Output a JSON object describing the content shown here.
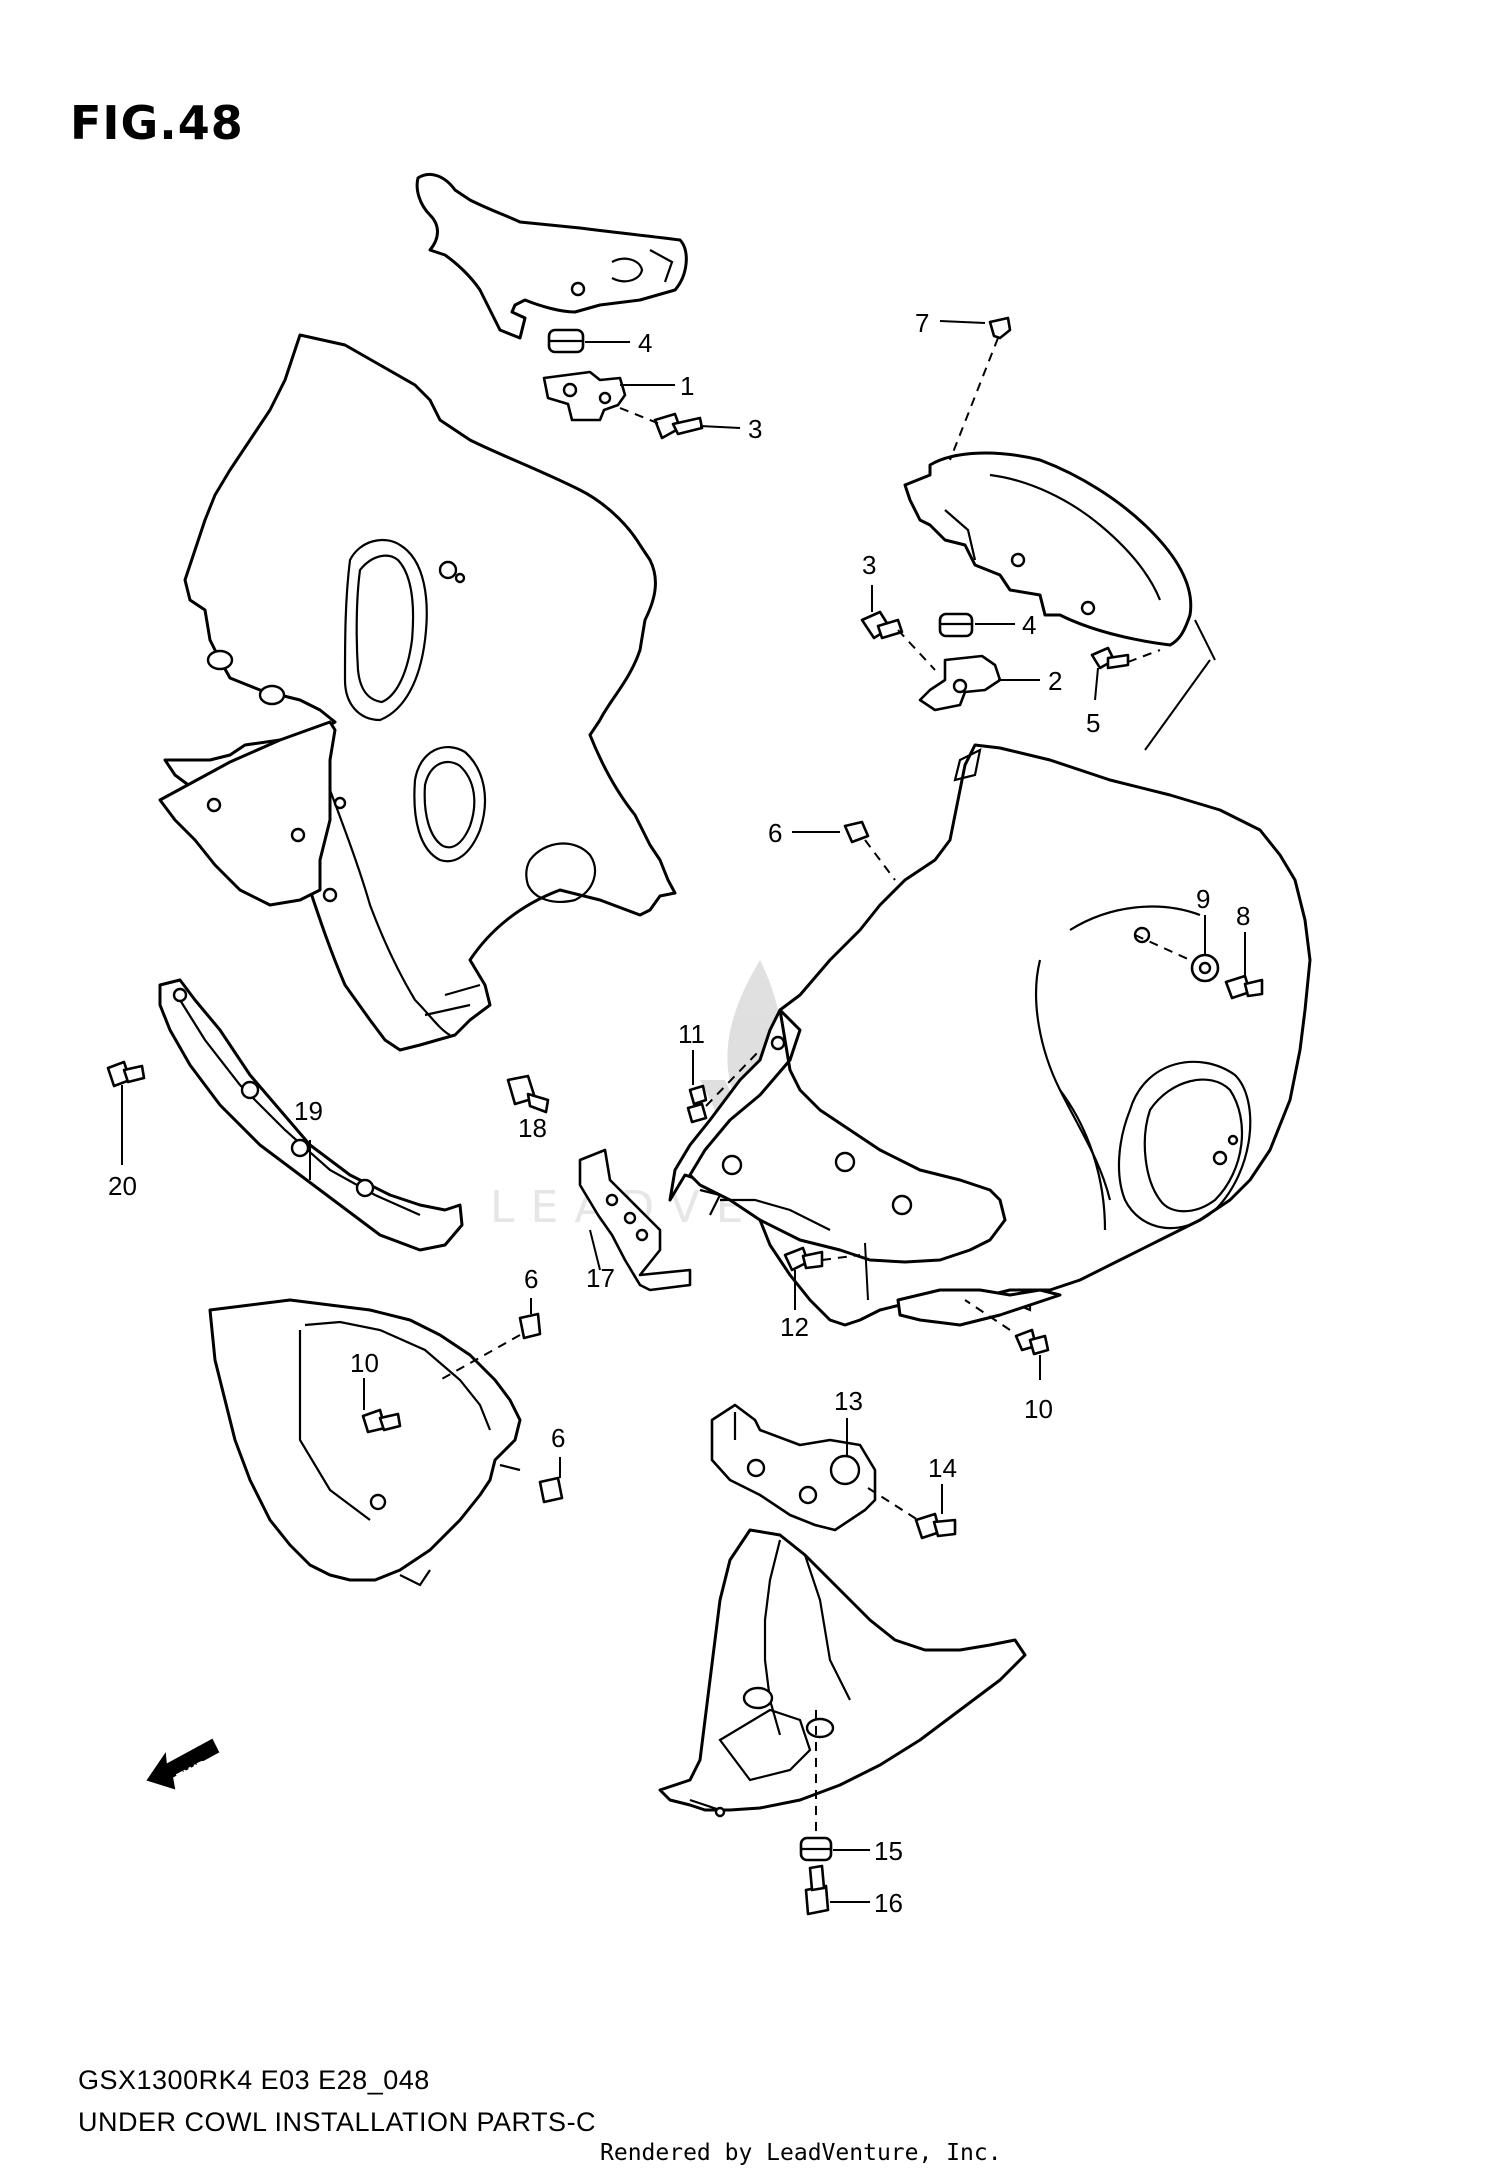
{
  "figure": {
    "title": "FIG.48",
    "model_code": "GSX1300RK4 E03 E28_048",
    "caption": "UNDER COWL INSTALLATION PARTS-C",
    "rendered_by": "Rendered by LeadVenture, Inc.",
    "watermark": "LEADVENTURE"
  },
  "callouts": [
    {
      "id": "c4a",
      "label": "4"
    },
    {
      "id": "c1",
      "label": "1"
    },
    {
      "id": "c3a",
      "label": "3"
    },
    {
      "id": "c7",
      "label": "7"
    },
    {
      "id": "c3b",
      "label": "3"
    },
    {
      "id": "c4b",
      "label": "4"
    },
    {
      "id": "c2",
      "label": "2"
    },
    {
      "id": "c5",
      "label": "5"
    },
    {
      "id": "c6a",
      "label": "6"
    },
    {
      "id": "c9",
      "label": "9"
    },
    {
      "id": "c8",
      "label": "8"
    },
    {
      "id": "c11",
      "label": "11"
    },
    {
      "id": "c18",
      "label": "18"
    },
    {
      "id": "c19",
      "label": "19"
    },
    {
      "id": "c20",
      "label": "20"
    },
    {
      "id": "c17",
      "label": "17"
    },
    {
      "id": "c12",
      "label": "12"
    },
    {
      "id": "c10a",
      "label": "10"
    },
    {
      "id": "c6b",
      "label": "6"
    },
    {
      "id": "c10b",
      "label": "10"
    },
    {
      "id": "c6c",
      "label": "6"
    },
    {
      "id": "c13",
      "label": "13"
    },
    {
      "id": "c14",
      "label": "14"
    },
    {
      "id": "c15",
      "label": "15"
    },
    {
      "id": "c16",
      "label": "16"
    }
  ],
  "fwd_arrow": {
    "label": "FWD",
    "icon": "forward-arrow-icon"
  }
}
